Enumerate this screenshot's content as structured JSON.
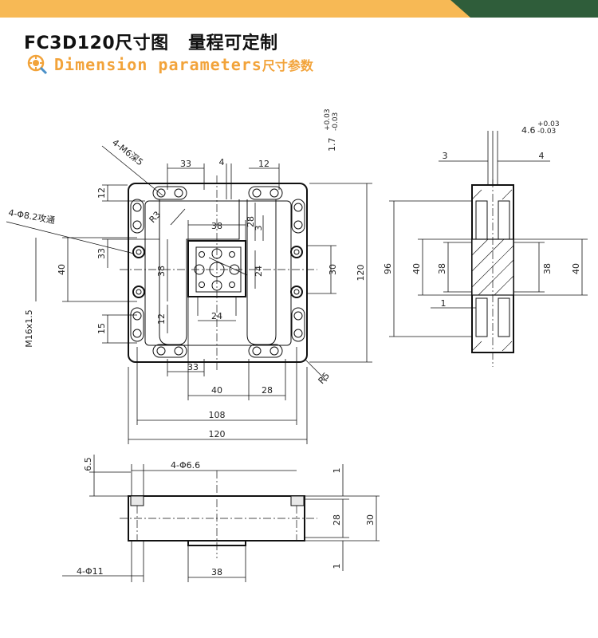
{
  "header": {
    "title": "FC3D120尺寸图   量程可定制",
    "subtitle_en": "Dimension parameters",
    "subtitle_cn": "尺寸参数",
    "icon": "gear-magnifier-icon",
    "colors": {
      "accent": "#f2a33a",
      "green": "#2f5d3a",
      "banner": "#f7b955"
    }
  },
  "top_view": {
    "annotations": {
      "screw_note": "4-M6深5",
      "thru_note": "4-Φ8.2攻通",
      "radius_inner": "R3",
      "radius_outer": "R5",
      "thread": "M16x1.5"
    },
    "dims": {
      "d33_top": "33",
      "d4_top": "4",
      "d12_top": "12",
      "d12_left": "12",
      "d33_left": "33",
      "d40_left": "40",
      "d38_inner": "38",
      "d15_left": "15",
      "d12_lower": "12",
      "d38_center": "38",
      "d28_tv": "28",
      "d3_tv": "3",
      "d24_v": "24",
      "d24_h": "24",
      "d30_right": "30",
      "d120_right": "120",
      "d33_bottom": "33",
      "d40_bottom": "40",
      "d28_bottom": "28",
      "d108": "108",
      "d120_bottom": "120"
    }
  },
  "side_view": {
    "dims": {
      "tol_top": "1.7",
      "tol_top_plus": "+0.03",
      "tol_top_minus": "-0.03",
      "tol_right": "4.6",
      "tol_right_plus": "+0.03",
      "tol_right_minus": "-0.03",
      "d3": "3",
      "d4": "4",
      "d96": "96",
      "d40_l": "40",
      "d38_l": "38",
      "d38_r": "38",
      "d40_r": "40",
      "d1": "1"
    }
  },
  "front_view": {
    "dims": {
      "d65": "6.5",
      "holes_66": "4-Φ6.6",
      "holes_11": "4-Φ11",
      "d38": "38",
      "d1_top": "1",
      "d28": "28",
      "d30": "30",
      "d1_bottom": "1"
    }
  }
}
